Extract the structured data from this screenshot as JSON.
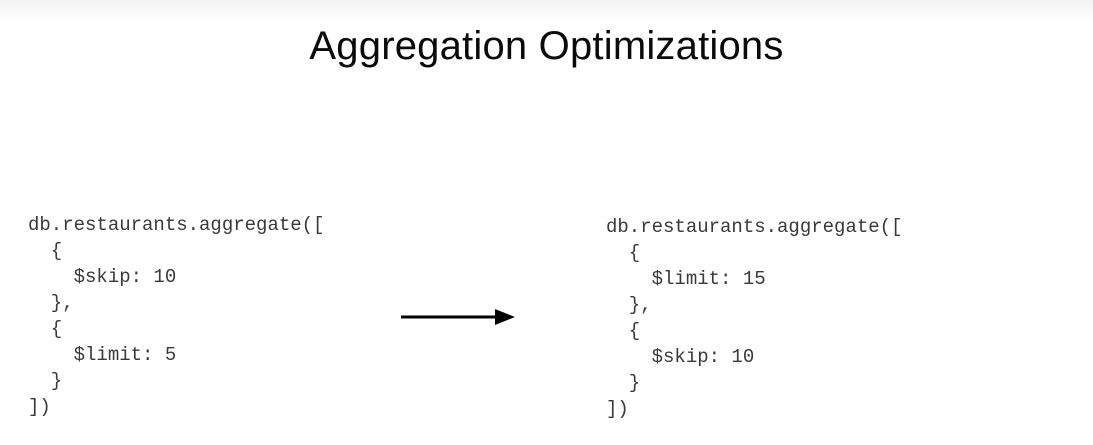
{
  "title": "Aggregation Optimizations",
  "code_before": [
    "db.restaurants.aggregate([",
    "  {",
    "    $skip: 10",
    "  },",
    "  {",
    "    $limit: 5",
    "  }",
    "])"
  ],
  "code_after": [
    "db.restaurants.aggregate([",
    "  {",
    "    $limit: 15",
    "  },",
    "  {",
    "    $skip: 10",
    "  }",
    "])"
  ],
  "arrow_icon": "arrow-right-icon"
}
